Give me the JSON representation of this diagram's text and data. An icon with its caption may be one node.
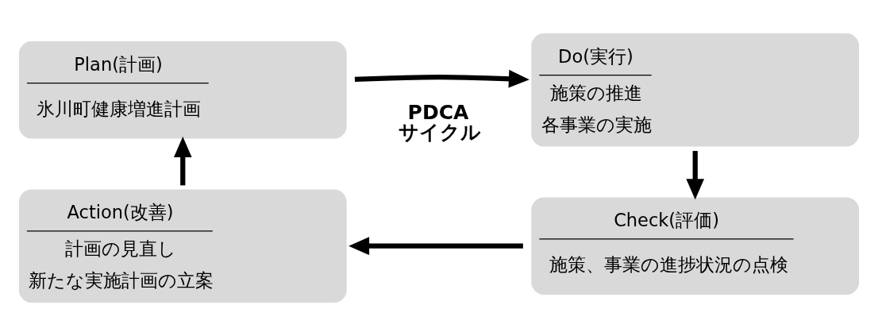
{
  "diagram": {
    "nodes": [
      {
        "text": [
          "Plan(計画)",
          "氷川町健康増進計画"
        ]
      },
      {
        "text": [
          "Do(実行)",
          "施策の推進",
          "各事業の実施"
        ]
      },
      {
        "text": [
          "Check(評価)",
          "施策、事業の進捗状況の点検"
        ]
      },
      {
        "text": [
          "Action(改善)",
          "計画の見直し",
          "新たな実施計画の立案"
        ]
      }
    ],
    "edges": [
      {
        "from": 0,
        "to": 1,
        "arrow": "to"
      },
      {
        "from": 1,
        "to": 2,
        "arrow": "to"
      },
      {
        "from": 2,
        "to": 3,
        "arrow": "to"
      },
      {
        "from": 3,
        "to": 0,
        "arrow": "to"
      }
    ],
    "labels": [
      "PDCA サイクル"
    ]
  }
}
